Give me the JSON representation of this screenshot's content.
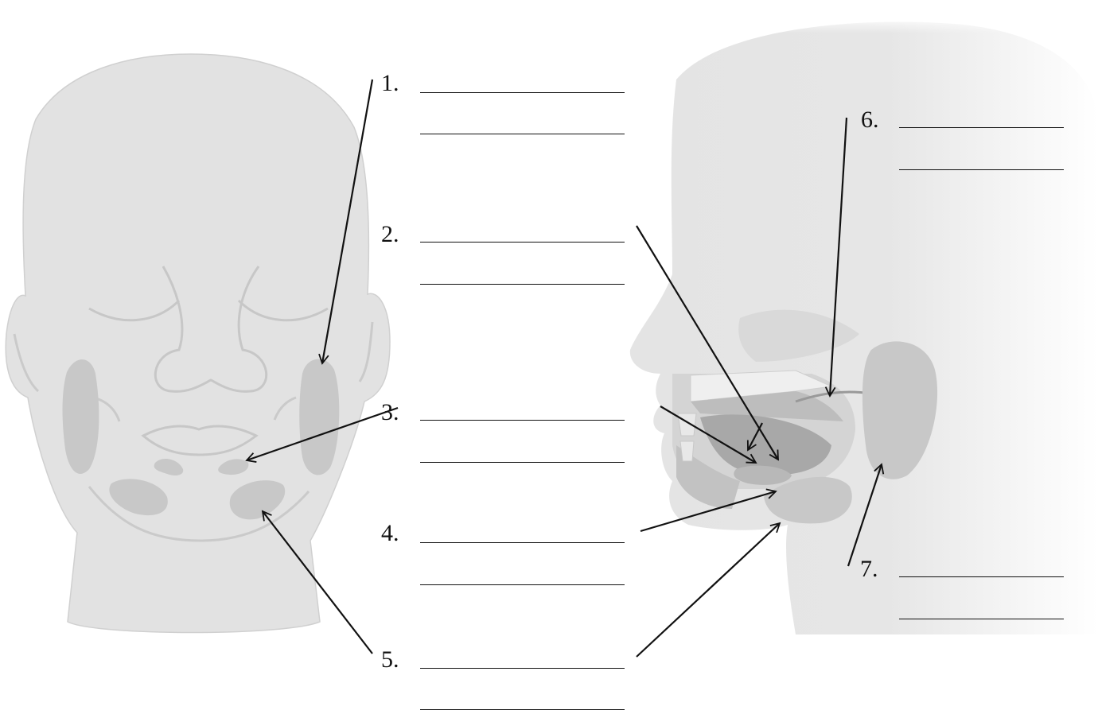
{
  "labels": [
    {
      "id": 1,
      "text": "1."
    },
    {
      "id": 2,
      "text": "2."
    },
    {
      "id": 3,
      "text": "3."
    },
    {
      "id": 4,
      "text": "4."
    },
    {
      "id": 5,
      "text": "5."
    },
    {
      "id": 6,
      "text": "6."
    },
    {
      "id": 7,
      "text": "7."
    }
  ],
  "colors": {
    "skin": "#e2e2e2",
    "skin_outline": "#d0d0d0",
    "gland": "#c8c8c8",
    "line": "#111111"
  }
}
